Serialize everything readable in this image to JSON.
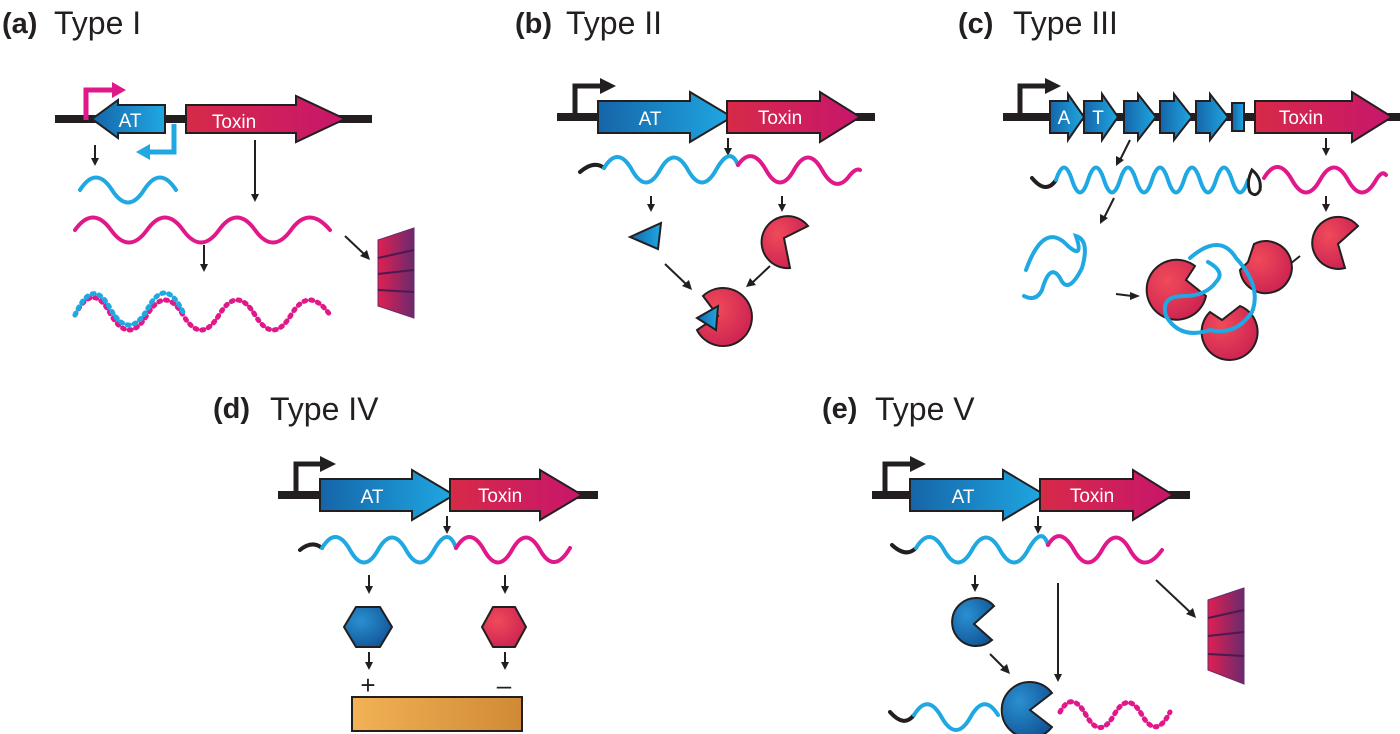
{
  "panels": [
    {
      "letter": "(a)",
      "title": "Type I",
      "genes": [
        "AT",
        "Toxin"
      ]
    },
    {
      "letter": "(b)",
      "title": "Type II",
      "genes": [
        "AT",
        "Toxin"
      ]
    },
    {
      "letter": "(c)",
      "title": "Type III",
      "genes": [
        "A",
        "T",
        "Toxin"
      ]
    },
    {
      "letter": "(d)",
      "title": "Type IV",
      "genes": [
        "AT",
        "Toxin"
      ],
      "signs": [
        "+",
        "–"
      ]
    },
    {
      "letter": "(e)",
      "title": "Type V",
      "genes": [
        "AT",
        "Toxin"
      ]
    }
  ],
  "colors": {
    "antitoxin_blue": "#1fa8e2",
    "toxin_pink": "#e0188a",
    "gene_dark_blue": "#1565a8",
    "toxin_red": "#d62a48",
    "dna_black": "#231f20",
    "cytoskeleton_orange": "#e8a34a"
  }
}
